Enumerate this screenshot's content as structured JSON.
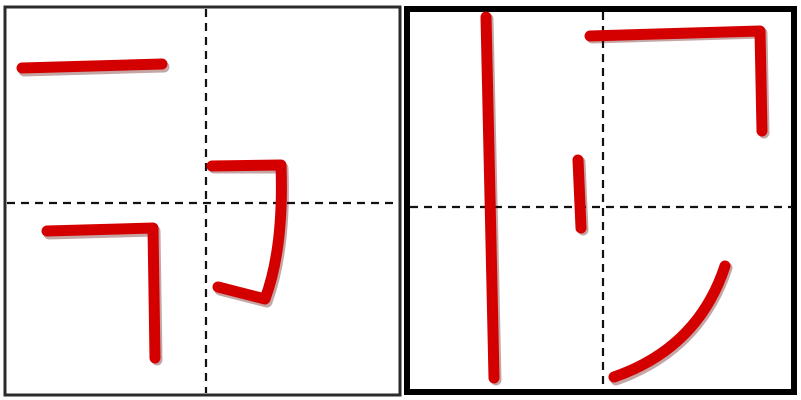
{
  "colors": {
    "stroke": "#d40000",
    "stroke_shadow": "#5a0000",
    "grid": "#111111",
    "background": "#ffffff"
  },
  "panels": [
    {
      "name": "left-practice-grid",
      "frame": "thin",
      "strokes": [
        "horizontal",
        "horizontal-turn-down",
        "horizontal-turn-curve"
      ]
    },
    {
      "name": "right-practice-grid",
      "frame": "thick",
      "strokes": [
        "vertical",
        "short-vertical",
        "horizontal-turn-down",
        "curved-sweep"
      ]
    }
  ]
}
